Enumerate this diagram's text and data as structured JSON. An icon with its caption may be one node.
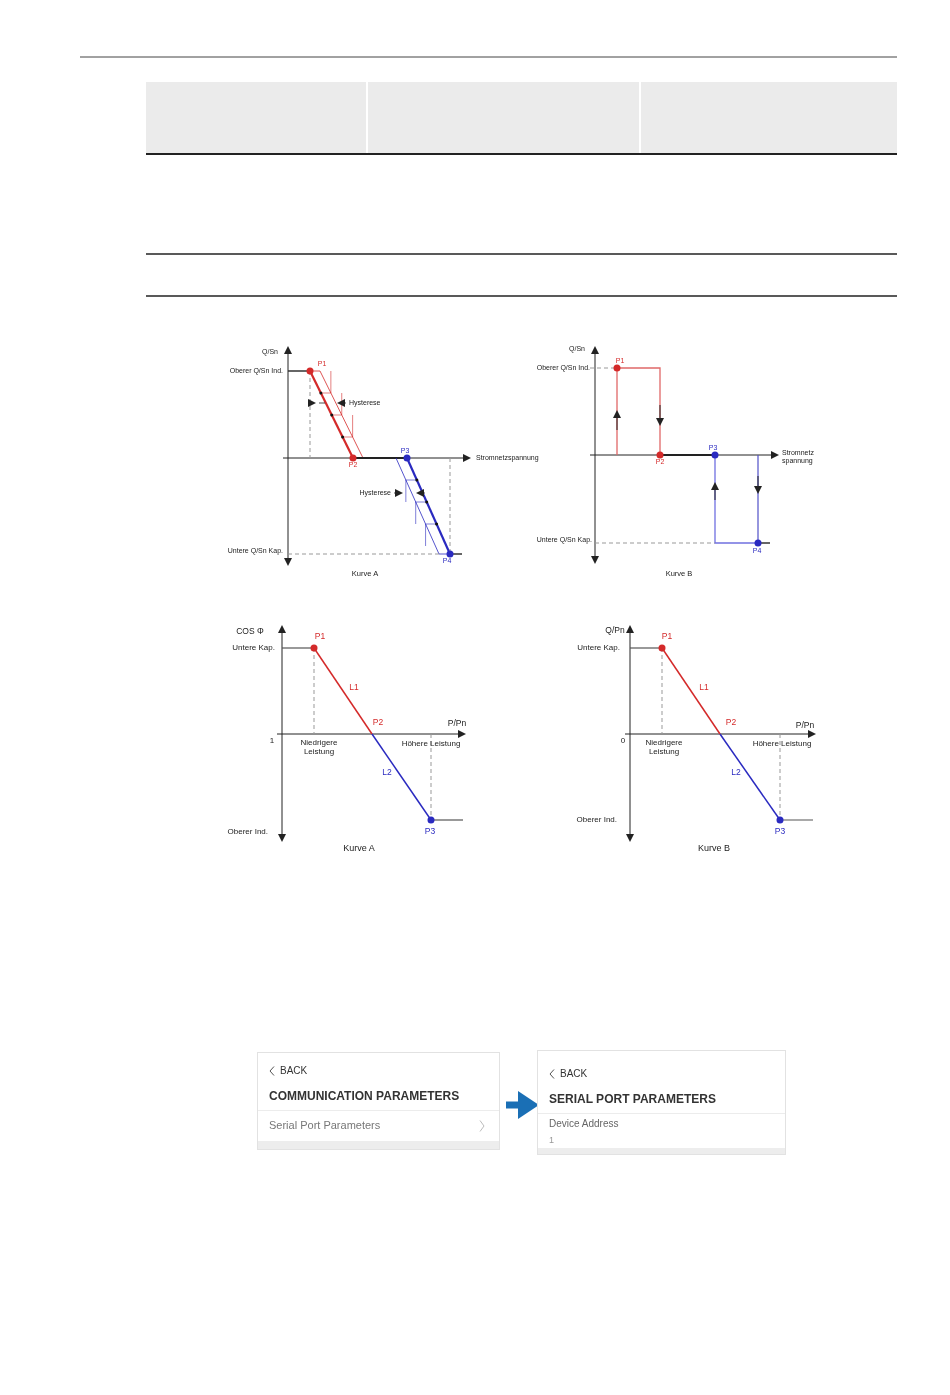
{
  "diagram": {
    "nodes": [
      {
        "text": [
          "BACK",
          "COMMUNICATION PARAMETERS",
          "Serial Port Parameters"
        ]
      },
      {
        "text": [
          "BACK",
          "SERIAL PORT PARAMETERS",
          "Device Address",
          "1"
        ]
      }
    ],
    "edges": [
      {
        "from": 0,
        "to": 1,
        "arrow": "to"
      }
    ],
    "labels": [
      "Q/Sn",
      "Oberer Q/Sn Ind.",
      "P1",
      "Hysterese",
      "P3",
      "P2",
      "Stromnetzspannung",
      "Hysterese",
      "Untere Q/Sn Kap.",
      "P4",
      "Kurve A",
      "Q/Sn",
      "P1",
      "Oberer Q/Sn Ind.",
      "P3",
      "Stromnetz spannung",
      "P2",
      "Untere Q/Sn Kap.",
      "P4",
      "Kurve B",
      "COS Φ",
      "P1",
      "Untere Kap.",
      "L1",
      "P2",
      "P/Pn",
      "1",
      "Niedrigere Leistung",
      "Höhere Leistung",
      "L2",
      "Oberer Ind.",
      "P3",
      "Kurve A",
      "Q/Pn",
      "P1",
      "Untere Kap.",
      "L1",
      "P2",
      "P/Pn",
      "0",
      "Niedrigere Leistung",
      "Höhere Leistung",
      "L2",
      "Oberer Ind.",
      "P3",
      "Kurve B"
    ]
  }
}
